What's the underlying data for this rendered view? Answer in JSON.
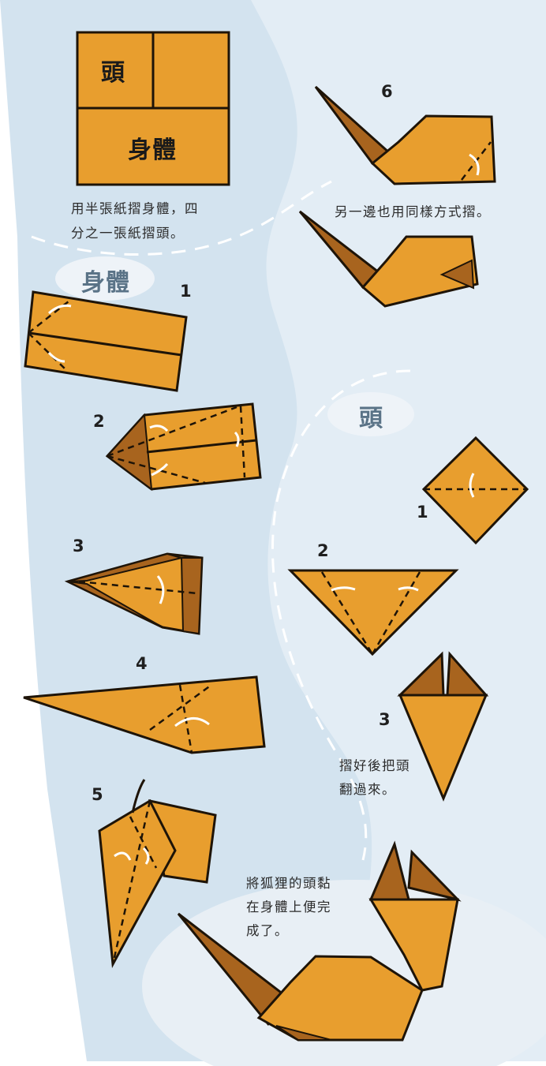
{
  "legend": {
    "head_label": "頭",
    "body_label": "身體",
    "caption_line1": "用半張紙摺身體，四",
    "caption_line2": "分之一張紙摺頭。"
  },
  "sections": {
    "body_title": "身體",
    "head_title": "頭"
  },
  "body_steps": [
    "1",
    "2",
    "3",
    "4",
    "5"
  ],
  "step6": {
    "number": "6",
    "caption": "另一邊也用同樣方式摺。"
  },
  "head_steps": [
    "1",
    "2",
    "3"
  ],
  "head_note_line1": "摺好後把頭",
  "head_note_line2": "翻過來。",
  "final_note": {
    "line1": "將狐狸的頭黏",
    "line2": "在身體上便完",
    "line3": "成了。"
  },
  "colors": {
    "paper": "#E89E2E",
    "paper_dark": "#A8641E",
    "outline": "#1E1408",
    "background": "#D3E3EF"
  }
}
